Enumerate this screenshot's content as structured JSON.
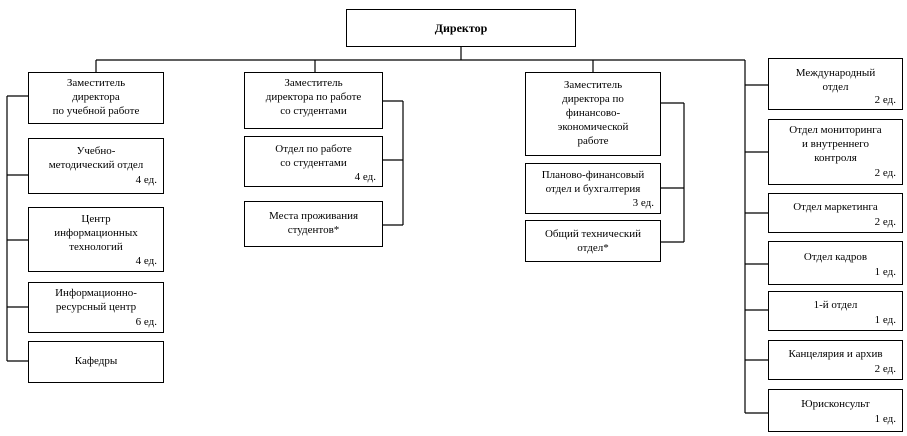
{
  "director": {
    "label": "Директор"
  },
  "column_1": {
    "head": {
      "lines": [
        "Заместитель",
        "директора",
        "по учебной работе"
      ]
    },
    "units": [
      {
        "name": [
          "Учебно-",
          "методический отдел"
        ],
        "staff": "4 ед."
      },
      {
        "name": [
          "Центр",
          "информационных",
          "технологий"
        ],
        "staff": "4 ед."
      },
      {
        "name": [
          "Информационно-",
          "ресурсный центр"
        ],
        "staff": "6 ед."
      },
      {
        "name": [
          "Кафедры"
        ],
        "staff": ""
      }
    ]
  },
  "column_2": {
    "head": {
      "lines": [
        "Заместитель",
        "директора по работе",
        "со студентами"
      ]
    },
    "units": [
      {
        "name": [
          "Отдел по работе",
          "со студентами"
        ],
        "staff": "4 ед."
      },
      {
        "name": [
          "Места проживания",
          "студентов*"
        ],
        "staff": ""
      }
    ]
  },
  "column_3": {
    "head": {
      "lines": [
        "Заместитель",
        "директора по",
        "финансово-",
        "экономической",
        "работе"
      ]
    },
    "units": [
      {
        "name": [
          "Планово-финансовый",
          "отдел и бухгалтерия"
        ],
        "staff": "3 ед."
      },
      {
        "name": [
          "Общий технический",
          "отдел*"
        ],
        "staff": ""
      }
    ]
  },
  "column_4": {
    "units": [
      {
        "name": [
          "Международный",
          "отдел"
        ],
        "staff": "2 ед."
      },
      {
        "name": [
          "Отдел мониторинга",
          "и внутреннего",
          "контроля"
        ],
        "staff": "2 ед."
      },
      {
        "name": [
          "Отдел маркетинга"
        ],
        "staff": "2 ед."
      },
      {
        "name": [
          "Отдел кадров"
        ],
        "staff": "1 ед."
      },
      {
        "name": [
          "1-й отдел"
        ],
        "staff": "1 ед."
      },
      {
        "name": [
          "Канцелярия и архив"
        ],
        "staff": "2 ед."
      },
      {
        "name": [
          "Юрисконсульт"
        ],
        "staff": "1 ед."
      }
    ]
  }
}
